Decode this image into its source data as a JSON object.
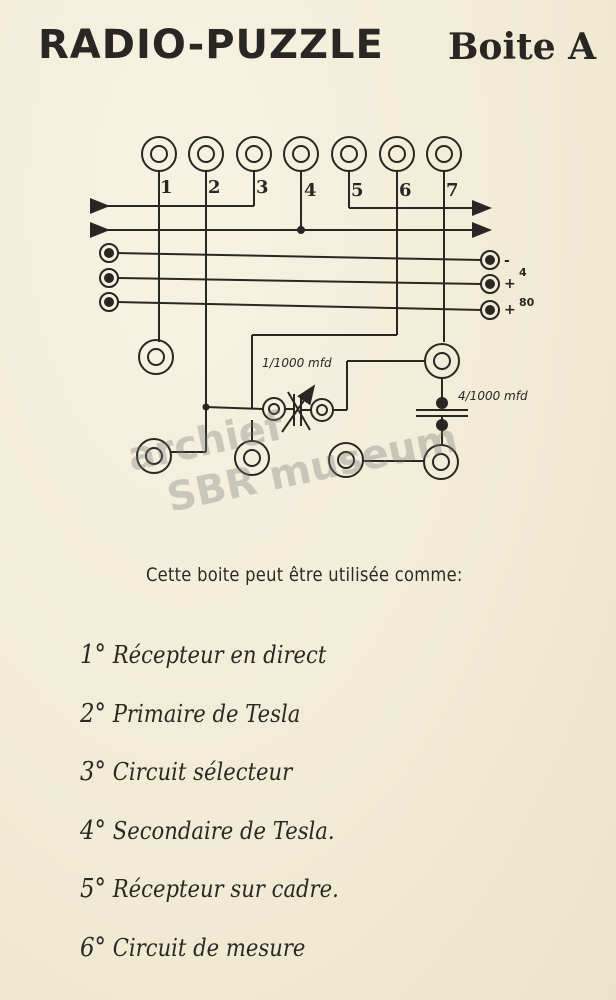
{
  "header": {
    "title": "RADIO-PUZZLE",
    "subtitle": "Boite A"
  },
  "diagram": {
    "terminal_numbers": [
      "1",
      "2",
      "3",
      "4",
      "5",
      "6",
      "7"
    ],
    "side_labels": [
      "-",
      "+",
      "+",
      "4",
      "80"
    ],
    "capacitor_1": "1/1000 mfd",
    "capacitor_2": "4/1000 mfd"
  },
  "watermark": {
    "line1": "archief",
    "line2": "SBR museum"
  },
  "intro": "Cette boite peut être utilisée comme:",
  "uses": [
    {
      "num": "1°",
      "label": "Récepteur en direct"
    },
    {
      "num": "2°",
      "label": "Primaire de Tesla"
    },
    {
      "num": "3°",
      "label": "Circuit sélecteur"
    },
    {
      "num": "4°",
      "label": "Secondaire de Tesla."
    },
    {
      "num": "5°",
      "label": "Récepteur sur cadre."
    },
    {
      "num": "6°",
      "label": "Circuit de mesure"
    }
  ],
  "colors": {
    "ink": "#2a2624",
    "paper": "#f3eedb"
  }
}
